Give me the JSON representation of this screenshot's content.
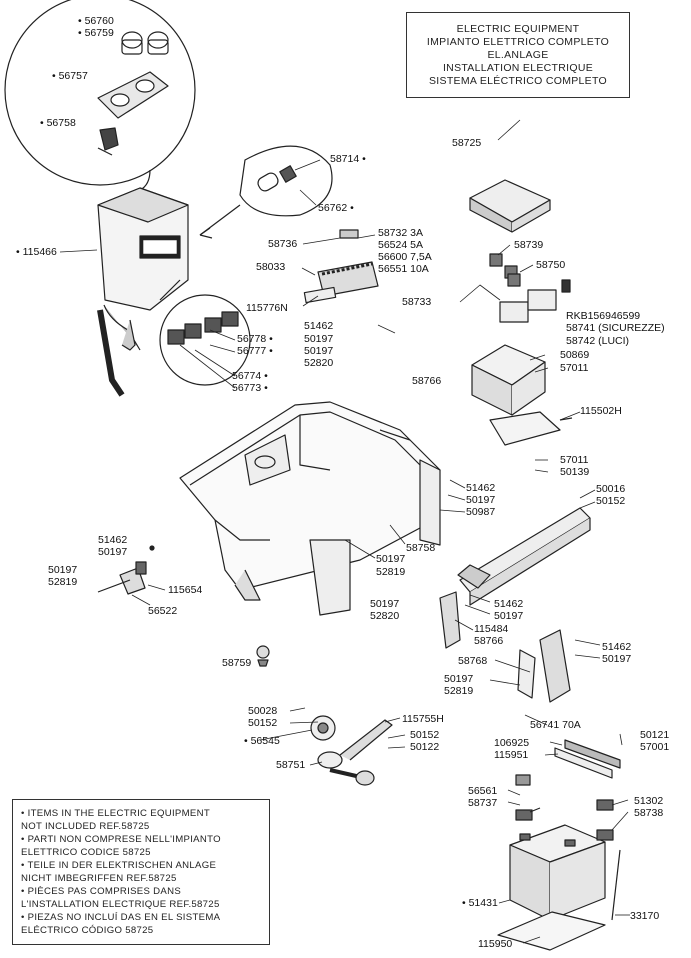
{
  "title_box": {
    "lines": [
      "ELECTRIC EQUIPMENT",
      "IMPIANTO ELETTRICO COMPLETO",
      "EL.ANLAGE",
      "INSTALLATION ELECTRIQUE",
      "SISTEMA ELÉCTRICO COMPLETO"
    ]
  },
  "note_box": {
    "lines": [
      "• ITEMS IN THE ELECTRIC EQUIPMENT",
      "  NOT INCLUDED REF.58725",
      "• PARTI NON COMPRESE NELL'IMPIANTO",
      "  ELETTRICO CODICE 58725",
      "• TEILE IN DER ELEKTRISCHEN ANLAGE",
      "  NICHT IMBEGRIFFEN REF.58725",
      "• PIÈCES PAS COMPRISES DANS",
      "  L'INSTALLATION ELECTRIQUE REF.58725",
      "• PIEZAS NO INCLUÍ DAS EN EL SISTEMA",
      "  ELÉCTRICO CÓDIGO 58725"
    ]
  },
  "labels": {
    "l56760": "• 56760",
    "l56759": "• 56759",
    "l56757": "• 56757",
    "l56758": "• 56758",
    "l58725": "58725",
    "l58714": "58714 •",
    "l56762": "56762 •",
    "l115466": "• 115466",
    "l58736": "58736",
    "l58732": "58732  3A",
    "l56524": "56524  5A",
    "l56600": "56600  7,5A",
    "l56551": "56551  10A",
    "l58033": "58033",
    "l115776N": "115776N",
    "l58739": "58739",
    "l58750": "58750",
    "l58733": "58733",
    "lRKB": "RKB156946599",
    "l58741s": "58741 (SICUREZZE)",
    "l58742": "58742 (LUCI)",
    "l51462a": "51462",
    "l50197a": "50197",
    "l50197b": "50197",
    "l52820a": "52820",
    "l58766a": "58766",
    "l56778": "56778 •",
    "l56777": "56777 •",
    "l56774": "56774 •",
    "l56773": "56773 •",
    "l50869": "50869",
    "l57011a": "57011",
    "l115502H": "115502H",
    "l57011b": "57011",
    "l50139": "50139",
    "l51462b": "51462",
    "l50197c": "50197",
    "l50987": "50987",
    "l50016": "50016",
    "l50152a": "50152",
    "l58758": "58758",
    "l50197d": "50197",
    "l52819a": "52819",
    "l51462c": "51462",
    "l50197e": "50197",
    "l50197f": "50197",
    "l52819b": "52819",
    "l115654": "115654",
    "l56522": "56522",
    "l50197g": "50197",
    "l52820b": "52820",
    "l115484": "115484",
    "l58766b": "58766",
    "l51462d": "51462",
    "l50197h": "50197",
    "l51462e": "51462",
    "l50197i": "50197",
    "l58759": "58759",
    "l58768": "58768",
    "l50197j": "50197",
    "l52819c": "52819",
    "l56741": "56741  70A",
    "l50028": "50028",
    "l50152b": "50152",
    "l115755H": "115755H",
    "l56545": "• 56545",
    "l50152c": "50152",
    "l50122": "50122",
    "l58751": "58751",
    "l50121": "50121",
    "l106925": "106925",
    "l57001": "57001",
    "l115951": "115951",
    "l56561": "56561",
    "l58737": "58737",
    "l51302": "51302",
    "l58738": "58738",
    "l51431": "• 51431",
    "l33170": "33170",
    "l115950": "115950"
  }
}
